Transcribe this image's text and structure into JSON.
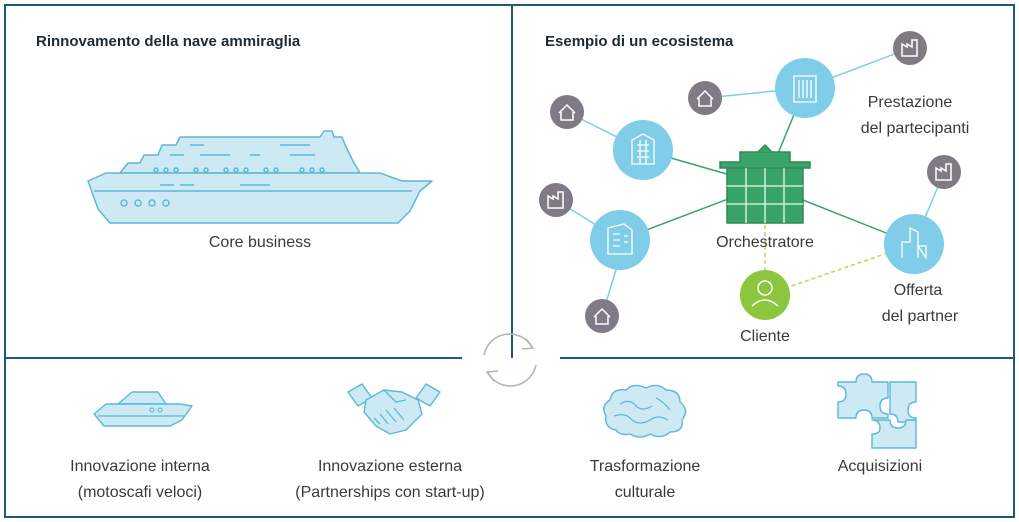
{
  "panels": {
    "left_title": "Rinnovamento della nave ammiraglia",
    "right_title": "Esempio di un ecosistema",
    "core_label": "Core business"
  },
  "ecosystem": {
    "orchestrator": "Orchestratore",
    "client": "Cliente",
    "participants_line1": "Prestazione",
    "participants_line2": "del partecipanti",
    "partner_line1": "Offerta",
    "partner_line2": "del partner"
  },
  "bottom": [
    {
      "line1": "Innovazione interna",
      "line2": "(motoscafi veloci)",
      "icon": "speedboat-icon"
    },
    {
      "line1": "Innovazione esterna",
      "line2": "(Partnerships con start-up)",
      "icon": "handshake-icon"
    },
    {
      "line1": "Trasformazione",
      "line2": "culturale",
      "icon": "brain-icon"
    },
    {
      "line1": "Acquisizioni",
      "line2": "",
      "icon": "puzzle-icon"
    }
  ],
  "colors": {
    "border": "#1c5a7d",
    "node_blue": "#7fcde8",
    "node_gray": "#7f7a86",
    "node_green": "#8cc63f",
    "line_green": "#3aa36a",
    "line_blue": "#7fcde8",
    "dashed": "#c6d34a",
    "icon_light": "#cde9f4",
    "icon_stroke": "#5cb8d9"
  }
}
